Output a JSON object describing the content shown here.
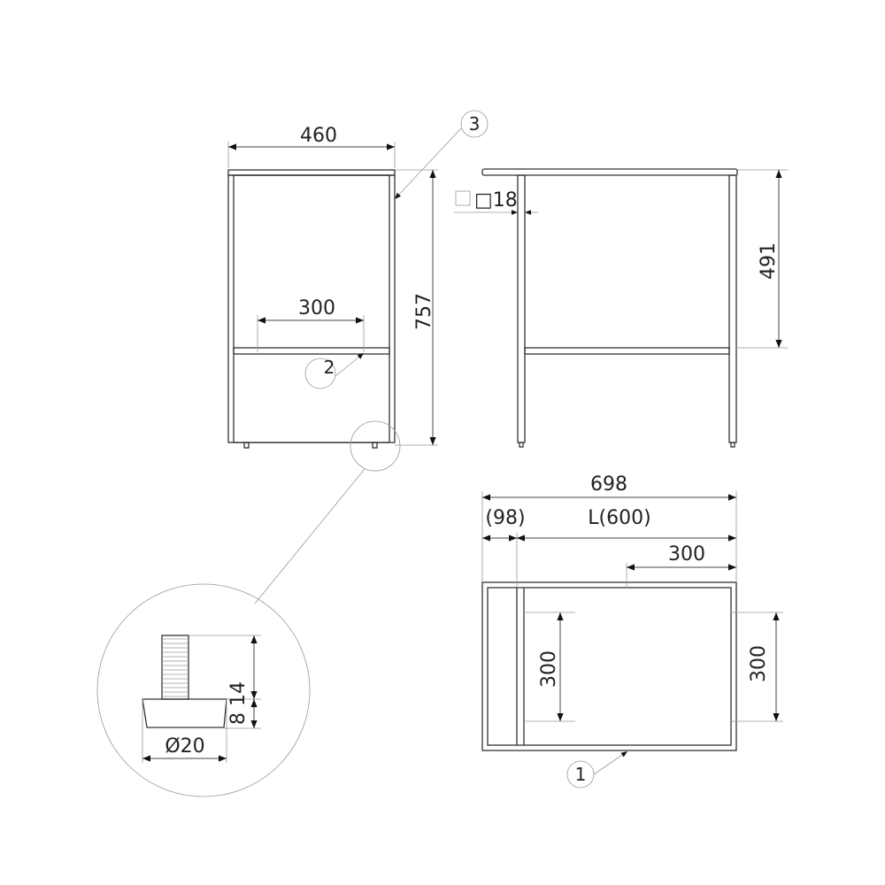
{
  "front_view": {
    "width_dim": "460",
    "height_dim": "757",
    "rail_dim": "300",
    "balloon_rail": "2",
    "balloon_leg": "3"
  },
  "side_view": {
    "profile_dim": "□18",
    "shelf_height_dim": "491"
  },
  "plan_view": {
    "overall_dim": "698",
    "offset_dim": "(98)",
    "length_dim": "L(600)",
    "half_dim": "300",
    "left_vertical_dim": "300",
    "right_vertical_dim": "300",
    "balloon_top": "1"
  },
  "foot_detail": {
    "thread_dim": "8",
    "base_dim": "14",
    "diameter_dim": "Ø20"
  }
}
